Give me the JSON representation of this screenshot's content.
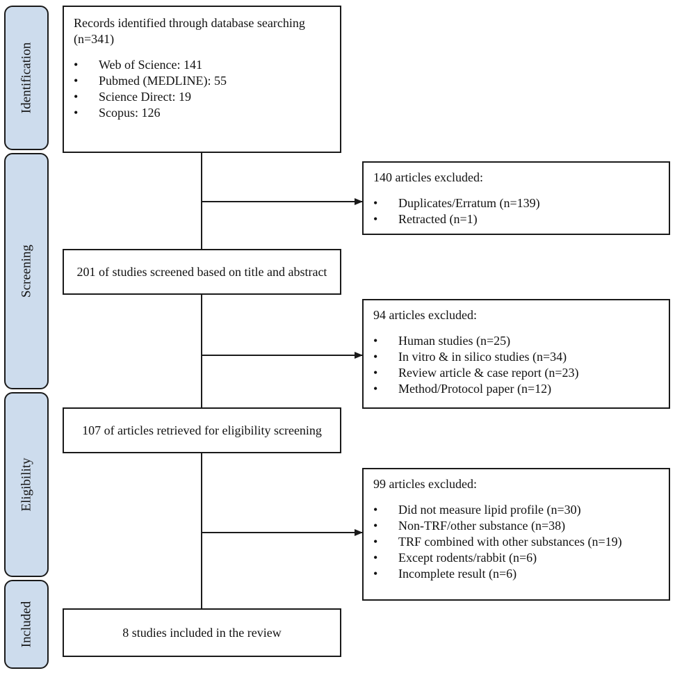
{
  "phases": {
    "identification": "Identification",
    "screening": "Screening",
    "eligibility": "Eligibility",
    "included": "Included"
  },
  "records_identified": {
    "heading": "Records identified through database searching (n=341)",
    "items": [
      "Web of Science: 141",
      "Pubmed (MEDLINE): 55",
      "Science Direct: 19",
      "Scopus: 126"
    ]
  },
  "exclusion_1": {
    "heading": "140 articles excluded:",
    "items": [
      "Duplicates/Erratum (n=139)",
      "Retracted (n=1)"
    ]
  },
  "screened": {
    "text": "201 of studies screened based on title and abstract"
  },
  "exclusion_2": {
    "heading": "94 articles excluded:",
    "items": [
      "Human studies (n=25)",
      "In vitro & in silico studies (n=34)",
      "Review article & case report (n=23)",
      "Method/Protocol paper (n=12)"
    ]
  },
  "retrieved": {
    "text": "107 of articles retrieved for eligibility screening"
  },
  "exclusion_3": {
    "heading": "99 articles excluded:",
    "items": [
      "Did not measure lipid profile (n=30)",
      "Non-TRF/other substance (n=38)",
      "TRF combined with other substances (n=19)",
      "Except rodents/rabbit (n=6)",
      "Incomplete result (n=6)"
    ]
  },
  "included_box": {
    "text": "8 studies included in the review"
  }
}
